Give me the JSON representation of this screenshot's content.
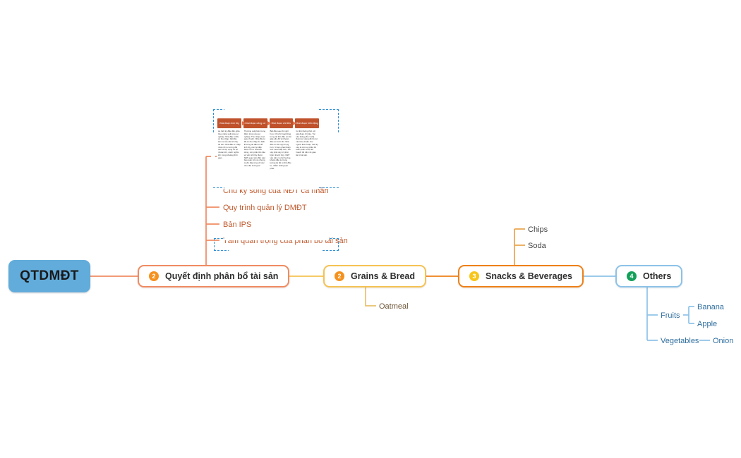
{
  "diagram": {
    "type": "mind-map",
    "root": {
      "label": "QTDMĐT",
      "color": "#62ACDB"
    },
    "main_branches": [
      {
        "id": "allocation",
        "badge": "2",
        "badge_color": "#F5921E",
        "label": "Quyết định phân bổ tài sản",
        "border_color": "#F08B62",
        "children": [
          {
            "label": "Chu kỳ sống của NĐT cá nhân",
            "has_image": true
          },
          {
            "label": "Quy trình quản lý DMĐT"
          },
          {
            "label": "Bản IPS"
          },
          {
            "label": "Tầm quan trọng của phân bổ tài sản",
            "selected": true
          }
        ]
      },
      {
        "id": "grains",
        "badge": "2",
        "badge_color": "#F5921E",
        "label": "Grains & Bread",
        "border_color": "#F5C253",
        "children": [
          {
            "label": "Oatmeal"
          }
        ]
      },
      {
        "id": "snacks",
        "badge": "3",
        "badge_color": "#F7C61A",
        "label": "Snacks & Beverages",
        "border_color": "#EE8018",
        "children": [
          {
            "label": "Chips"
          },
          {
            "label": "Soda"
          }
        ]
      },
      {
        "id": "others",
        "badge": "4",
        "badge_color": "#14A05A",
        "label": "Others",
        "border_color": "#8DC2E8",
        "children": [
          {
            "label": "Fruits",
            "children": [
              {
                "label": "Banana"
              },
              {
                "label": "Apple"
              }
            ]
          },
          {
            "label": "Vegetables",
            "children": [
              {
                "label": "Onion"
              }
            ]
          }
        ]
      }
    ],
    "attached_image": {
      "caption": "Chu kỳ sống của NĐT cá nhân",
      "selected": true,
      "columns": [
        {
          "header": "Giai đoạn tích lũy",
          "body": "Là thời kỳ đầu đến giữa theo năng suất của sự nghiệp. Nhà đầu tư đã có thu nhập, bắt đầu làm ra của cải tích lũy tài sản. Nhà đầu tư chấp nhận rủi ro tương đối cao với kỳ vọng có lợi nhuận lớn, danh nghĩa lớn trong khoảng thời gian."
        },
        {
          "header": "Giai đoạn củng cố",
          "body": "Thường xuất hiện trong điểm trung của sự nghiệp. Thu nhập vượt quá chi phí. Nhà đầu tư đã có thu nhập ổn định, thường tái đầu tư để tích lũy, nên bù đắp được rủi ro của tiêu dùng, nên phải cần bảo vệ vốn tích lũy được. NĐT quan tâm đến việc bảo toàn vốn và nhưng muốn đáp ứng với các nhu cầu tương lai."
        },
        {
          "header": "Giai đoạn chi tiêu",
          "body": "Bắt đầu sau khi nghỉ hưu. Chi phí hoạt động trong tài tiền đều có thể gặp vấn đề về khoản đầu tư trước đó. Nhà đầu tư cần quý trọng hơn. Vì lạm phát khiến sức mua thấp hơn, bởi vậy phải duy trì phát triển nhanh hơn. NĐT vẫn cần có chỗ hướng khoản đầu tư trong tương lai để có thể đầu tư, nhằm chống lạm phát."
        },
        {
          "header": "Giai đoạn hiến tặng",
          "body": "Có thể không thời với giai đoạn chi tiêu. Tài sản không đủ có thể được sử dụng để hỗ trợ các tiêu chuẩn cho người thân hoặc, thời kỳ này là một sự phân bổ toàn quan có lợi kế hoạch để nắm về giao tài từ tài sản."
        }
      ]
    }
  }
}
